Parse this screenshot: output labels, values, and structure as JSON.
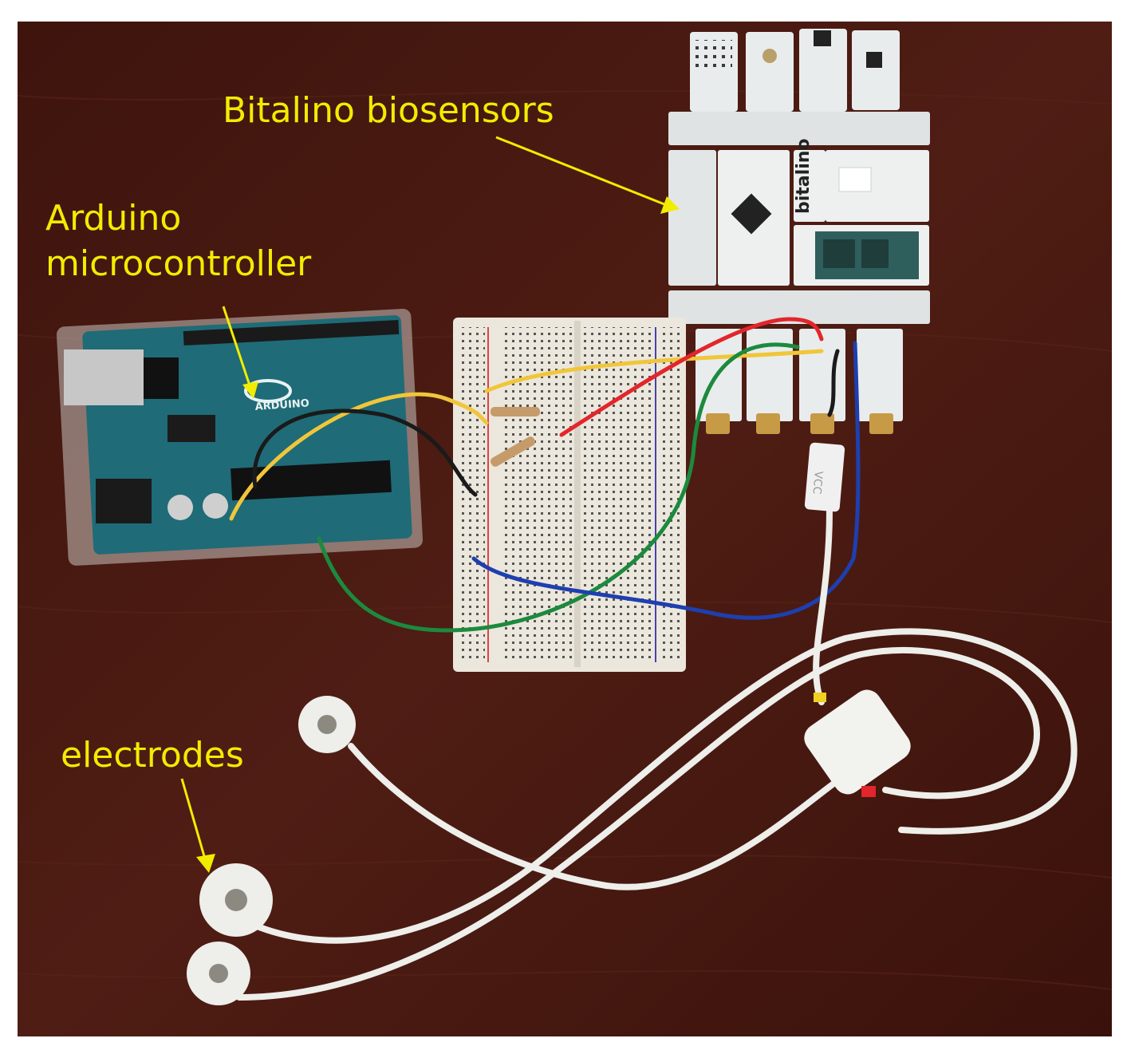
{
  "labels": {
    "bitalino": "Bitalino biosensors",
    "arduino_line1": "Arduino",
    "arduino_line2": "microcontroller",
    "electrodes": "electrodes"
  },
  "board_text": {
    "bitalino_logo": "bitalino",
    "arduino_logo": "ARDUINO",
    "cable_connector": "VCC"
  },
  "colors": {
    "table": "#4a1a12",
    "label_text": "#f2ec00",
    "bitalino_board": "#e9ecec",
    "arduino_board": "#1f6b78",
    "breadboard": "#ece7dc",
    "wire_yellow": "#f0c63a",
    "wire_red": "#e2262b",
    "wire_green": "#1c8a3e",
    "wire_blue": "#1e3fb0",
    "wire_black": "#1a1a1a",
    "electrode": "#eeeeea",
    "connector_gold": "#c79a46"
  },
  "icon_names": [
    "arrow-icon"
  ]
}
